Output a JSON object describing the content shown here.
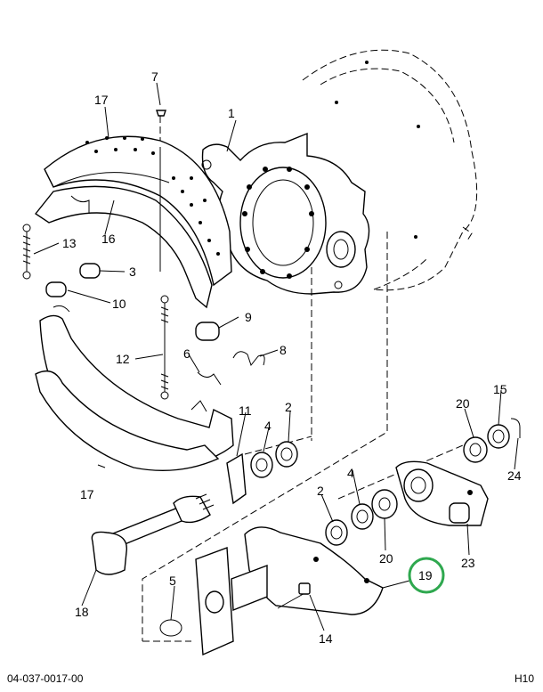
{
  "footer": {
    "doc_number": "04-037-0017-00",
    "sheet_code": "H10"
  },
  "highlight_color": "#2fa84f",
  "callouts": {
    "c1": "1",
    "c2a": "2",
    "c2b": "2",
    "c3": "3",
    "c4a": "4",
    "c4b": "4",
    "c5": "5",
    "c6": "6",
    "c7": "7",
    "c8": "8",
    "c9": "9",
    "c10": "10",
    "c11": "11",
    "c12": "12",
    "c13": "13",
    "c14": "14",
    "c15": "15",
    "c16": "16",
    "c17a": "17",
    "c17b": "17",
    "c18": "18",
    "c19": "19",
    "c20a": "20",
    "c20b": "20",
    "c23": "23",
    "c24": "24"
  }
}
